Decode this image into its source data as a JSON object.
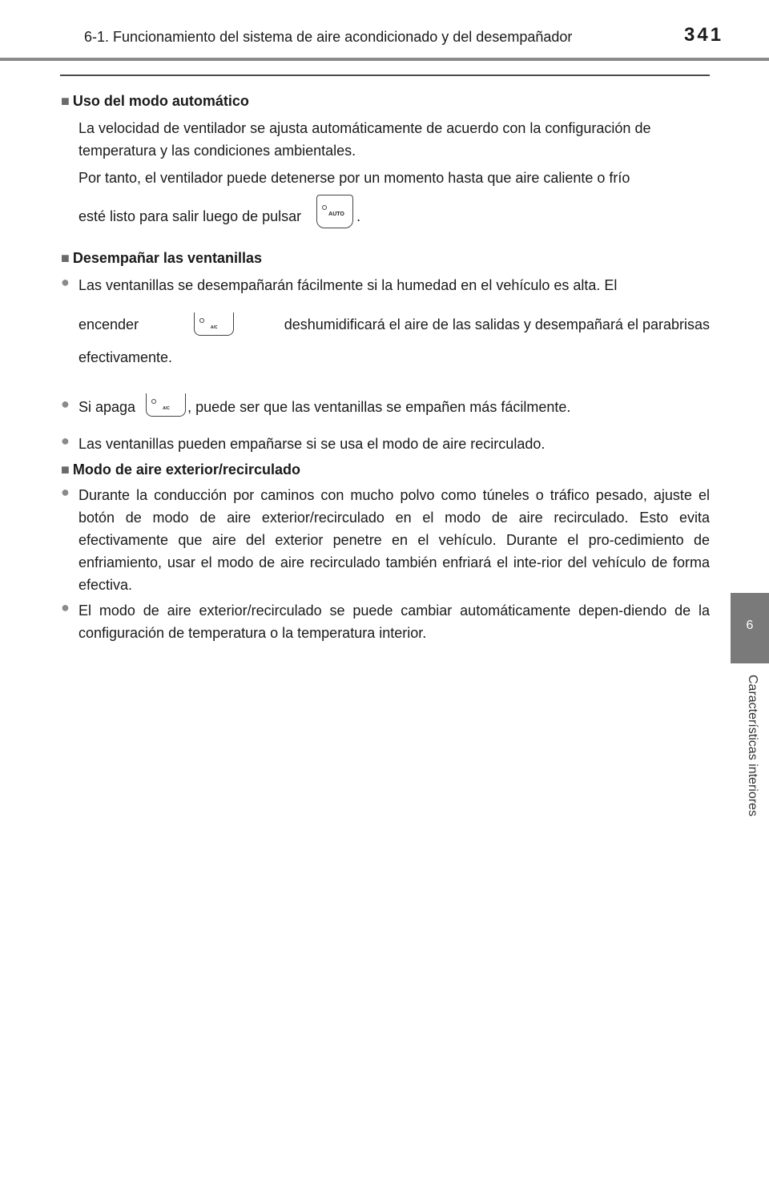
{
  "header": {
    "title": "6-1. Funcionamiento del sistema de aire acondicionado y del desempañador",
    "page_number": "341"
  },
  "side_tab": {
    "number": "6",
    "label": "Características interiores"
  },
  "bullets": {
    "square": "■",
    "circle": "●"
  },
  "sections": [
    {
      "heading": "Uso del modo automático",
      "p1": "La velocidad de ventilador se ajusta automáticamente de acuerdo con la configuración de temperatura y las condiciones ambientales.",
      "p2_a": "Por tanto, el ventilador puede detenerse por un momento hasta que aire caliente o frío",
      "p2_b": "esté listo para salir luego de pulsar",
      "p2_end": "."
    },
    {
      "heading": "Desempañar las ventanillas",
      "i1_a": "Las ventanillas se desempañarán fácilmente si la humedad en el vehículo es alta. El",
      "i1_b": "encender",
      "i1_c": "deshumidificará el aire de las salidas y desempañará el parabrisas",
      "i1_d": "efectivamente.",
      "i2_a": "Si apaga",
      "i2_b": ", puede ser que las ventanillas se empañen más fácilmente.",
      "i3": "Las ventanillas pueden empañarse si se usa el modo de aire recirculado."
    },
    {
      "heading": "Modo de aire exterior/recirculado",
      "i1": "Durante la conducción por caminos con mucho polvo como túneles o tráfico pesado, ajuste el botón de modo de aire exterior/recirculado en el modo de aire recirculado. Esto evita efectivamente que aire del exterior penetre en el vehículo. Durante el pro-cedimiento de enfriamiento, usar el modo de aire recirculado también enfriará el inte-rior del vehículo de forma efectiva.",
      "i2": "El modo de aire exterior/recirculado se puede cambiar automáticamente depen-diendo de la configuración de temperatura o la temperatura interior."
    }
  ],
  "buttons": {
    "auto_label": "AUTO",
    "ac_label": "A/C"
  }
}
